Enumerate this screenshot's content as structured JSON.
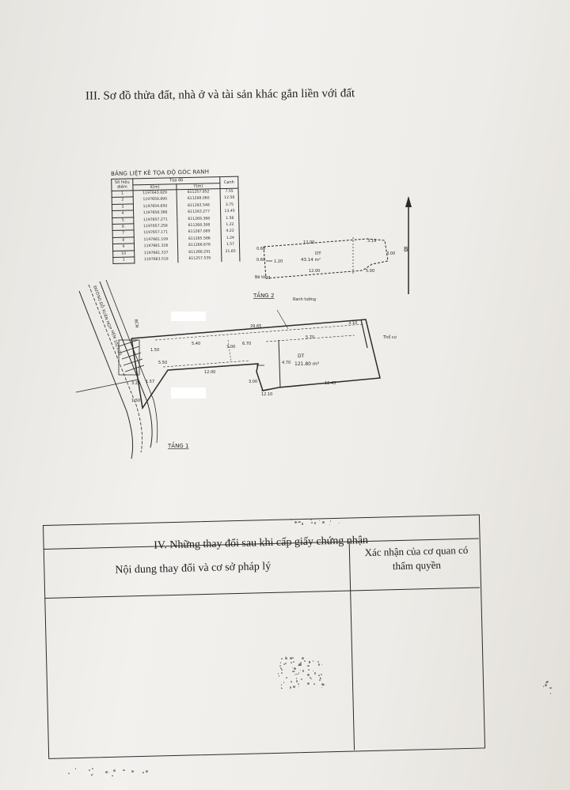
{
  "document": {
    "section3_title": "III. Sơ đồ thửa đất, nhà ở và tài sản khác gắn liền với đất"
  },
  "coord_table": {
    "title": "BẢNG LIỆT KÊ TỌA ĐỘ GÓC RANH",
    "headers": {
      "point": "Số hiệu điểm",
      "coords": "Tọa độ",
      "x": "X(m)",
      "y": "Y(m)",
      "edge": "Cạnh"
    },
    "rows": [
      {
        "n": "1",
        "x": "1197643.829",
        "y": "611257.852"
      },
      {
        "n": "2",
        "x": "1197658.890",
        "y": "611288.060"
      },
      {
        "n": "3",
        "x": "1197654.650",
        "y": "611283.548"
      },
      {
        "n": "4",
        "x": "1197658.368",
        "y": "611283.277"
      },
      {
        "n": "5",
        "x": "1197657.271",
        "y": "611269.368"
      },
      {
        "n": "6",
        "x": "1197657.258",
        "y": "611268.306"
      },
      {
        "n": "7",
        "x": "1197657.171",
        "y": "611267.089"
      },
      {
        "n": "8",
        "x": "1197661.109",
        "y": "611265.586"
      },
      {
        "n": "9",
        "x": "1197661.316",
        "y": "611266.676"
      },
      {
        "n": "10",
        "x": "1197661.337",
        "y": "611268.291"
      },
      {
        "n": "1",
        "x": "1197663.519",
        "y": "611257.539"
      }
    ],
    "edges": [
      "7.55",
      "12.58",
      "3.75",
      "13.45",
      "1.56",
      "1.22",
      "4.22",
      "1.24",
      "1.57",
      "21.65"
    ]
  },
  "sketch": {
    "floor2_label": "TẦNG 2",
    "floor1_label": "TẦNG 1",
    "floor2_area": "DT",
    "floor2_area_value": "43.14 m²",
    "floor1_area": "DT",
    "floor1_area_value": "121.80 m²",
    "north": "B",
    "road": "ĐƯỜNG ĐỖ XUÂN HỢP",
    "road_alley": "HẺM 1027/20",
    "labels": {
      "wall": "Ranh tường",
      "neighbor": "Thổ cư",
      "stair": "Bê tông",
      "balcony": "BCN"
    },
    "dims_floor2": [
      "12.00",
      "3.19",
      "3.00",
      "0.60",
      "0.60",
      "12.00",
      "1.20",
      "5.00"
    ],
    "dims_floor1": [
      "29.65",
      "3.10",
      "5.40",
      "3.00",
      "6.70",
      "5.70",
      "12.00",
      "4.70",
      "12.45",
      "12.10",
      "3.00",
      "5.50",
      "1.50",
      "3.25",
      "1.57",
      "1.50"
    ]
  },
  "changes_table": {
    "title": "IV. Những thay đổi sau khi cấp giấy chứng nhận",
    "col_content": "Nội dung thay đổi và cơ sở pháp lý",
    "col_confirm": "Xác nhận của cơ quan có thẩm quyền"
  }
}
